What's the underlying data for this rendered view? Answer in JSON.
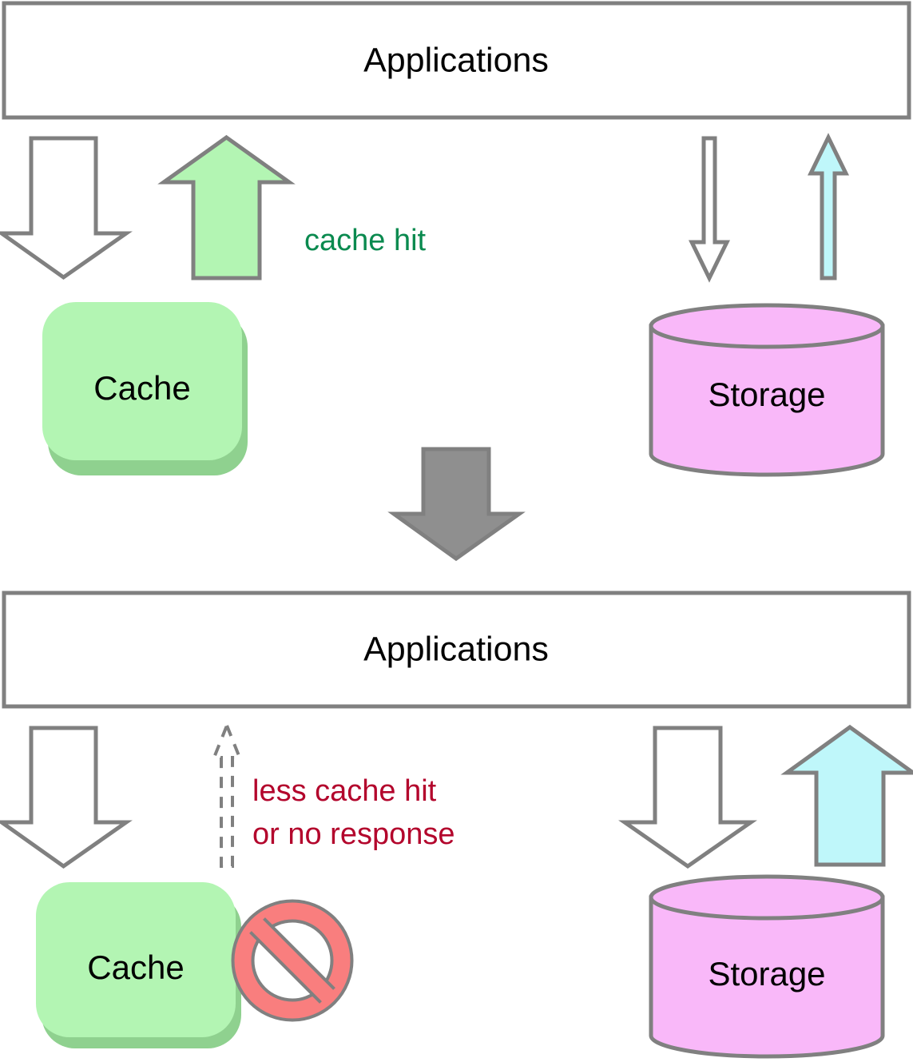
{
  "diagram": {
    "title": "Cache hit and cache failure data flow",
    "colors": {
      "stroke": "#808080",
      "panel_fill": "#ffffff",
      "cache_fill": "#b3f5b3",
      "cache_shadow": "#8fd18f",
      "storage_fill": "#f9b8f9",
      "cyan_fill": "#bff7fa",
      "gray_arrow_fill": "#8f8f8f",
      "outline_arrow_fill": "#ffffff",
      "no_entry_fill": "#f97e7e",
      "cache_hit_text": "#0a8a4f",
      "less_cache_hit_text": "#b3052c",
      "label_text": "#000000"
    },
    "panels": [
      {
        "id": "top",
        "title": "Applications",
        "nodes": [
          {
            "id": "cache-top",
            "label": "Cache",
            "shape": "rounded-rect",
            "fill": "#b3f5b3"
          },
          {
            "id": "storage-top",
            "label": "Storage",
            "shape": "cylinder",
            "fill": "#f9b8f9"
          }
        ],
        "arrows": [
          {
            "id": "app-to-cache",
            "direction": "down",
            "style": "outline",
            "fill": "#ffffff",
            "weight": "thick"
          },
          {
            "id": "cache-to-app",
            "direction": "up",
            "style": "filled",
            "fill": "#b3f5b3",
            "weight": "thick"
          },
          {
            "id": "app-to-storage",
            "direction": "down",
            "style": "outline",
            "fill": "#ffffff",
            "weight": "thin"
          },
          {
            "id": "storage-to-app",
            "direction": "up",
            "style": "filled",
            "fill": "#bff7fa",
            "weight": "thin"
          }
        ],
        "annotations": [
          {
            "id": "cache-hit-label",
            "text": "cache hit",
            "color": "#0a8a4f"
          }
        ]
      },
      {
        "id": "bottom",
        "title": "Applications",
        "nodes": [
          {
            "id": "cache-bottom",
            "label": "Cache",
            "shape": "rounded-rect",
            "fill": "#b3f5b3",
            "badge": "no-entry-icon"
          },
          {
            "id": "storage-bottom",
            "label": "Storage",
            "shape": "cylinder",
            "fill": "#f9b8f9"
          }
        ],
        "arrows": [
          {
            "id": "app-to-cache-2",
            "direction": "down",
            "style": "outline",
            "fill": "#ffffff",
            "weight": "thick"
          },
          {
            "id": "cache-to-app-2",
            "direction": "up",
            "style": "dashed-outline",
            "fill": "none",
            "weight": "thin"
          },
          {
            "id": "app-to-storage-2",
            "direction": "down",
            "style": "outline",
            "fill": "#ffffff",
            "weight": "thick"
          },
          {
            "id": "storage-to-app-2",
            "direction": "up",
            "style": "filled",
            "fill": "#bff7fa",
            "weight": "thick"
          }
        ],
        "annotations": [
          {
            "id": "less-cache-hit-label-line1",
            "text": "less cache hit",
            "color": "#b3052c"
          },
          {
            "id": "less-cache-hit-label-line2",
            "text": "or no response",
            "color": "#b3052c"
          }
        ]
      }
    ],
    "transition": {
      "id": "panel-transition-arrow",
      "direction": "down",
      "fill": "#8f8f8f",
      "meaning": "cache becomes unavailable"
    }
  },
  "labels": {
    "top_panel_title": "Applications",
    "bottom_panel_title": "Applications",
    "cache_top": "Cache",
    "cache_bottom": "Cache",
    "storage_top": "Storage",
    "storage_bottom": "Storage",
    "cache_hit": "cache hit",
    "less_cache_hit_line1": "less cache hit",
    "less_cache_hit_line2": "or no response"
  }
}
